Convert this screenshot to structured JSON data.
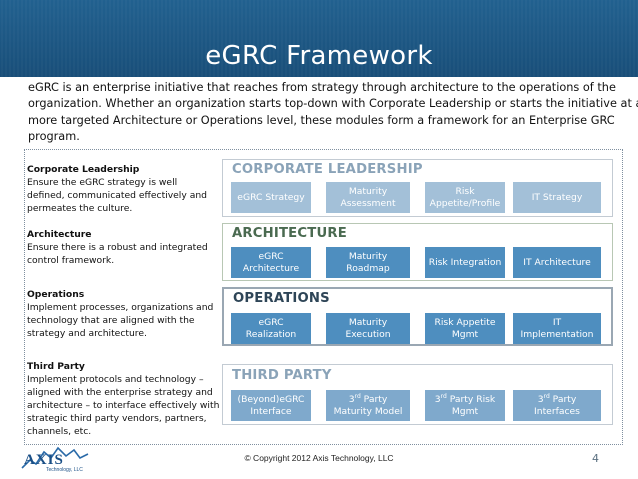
{
  "slide": {
    "title": "eGRC Framework",
    "intro_lines": [
      "eGRC is an enterprise initiative that reaches from strategy through architecture to the operations of the",
      "organization.  Whether an organization starts top-down with Corporate Leadership or starts the initiative at a",
      "more targeted Architecture or Operations  level, these modules form a framework for an Enterprise GRC",
      "program."
    ]
  },
  "descriptions": [
    {
      "heading": "Corporate Leadership",
      "lines": [
        "Ensure the eGRC strategy is well",
        "defined, communicated effectively and",
        "permeates the culture."
      ]
    },
    {
      "heading": "Architecture",
      "lines": [
        "Ensure there is a robust and integrated",
        "control framework."
      ]
    },
    {
      "heading": "Operations",
      "lines": [
        "Implement processes, organizations and",
        "technology that are aligned with the",
        "strategy and architecture."
      ]
    },
    {
      "heading": "Third Party",
      "lines": [
        "Implement protocols and technology –",
        "aligned with the enterprise strategy and",
        "architecture – to interface effectively with",
        "strategic third party vendors, partners,",
        "channels, etc."
      ]
    }
  ],
  "modules": [
    {
      "title": "CORPORATE LEADERSHIP",
      "boxes": [
        {
          "lines": [
            "eGRC Strategy"
          ]
        },
        {
          "lines": [
            "Maturity",
            "Assessment"
          ]
        },
        {
          "lines": [
            "Risk",
            "Appetite/Profile"
          ]
        },
        {
          "lines": [
            "IT  Strategy"
          ]
        }
      ]
    },
    {
      "title": "ARCHITECTURE",
      "boxes": [
        {
          "lines": [
            "eGRC",
            "Architecture"
          ]
        },
        {
          "lines": [
            "Maturity",
            "Roadmap"
          ]
        },
        {
          "lines": [
            "Risk Integration"
          ]
        },
        {
          "lines": [
            "IT Architecture"
          ]
        }
      ]
    },
    {
      "title": "OPERATIONS",
      "boxes": [
        {
          "lines": [
            "eGRC",
            "Realization"
          ]
        },
        {
          "lines": [
            "Maturity",
            "Execution"
          ]
        },
        {
          "lines": [
            "Risk Appetite",
            "Mgmt"
          ]
        },
        {
          "lines": [
            "IT",
            "Implementation"
          ]
        }
      ]
    },
    {
      "title": "THIRD PARTY",
      "boxes": [
        {
          "lines": [
            "(Beyond)eGRC",
            "Interface"
          ]
        },
        {
          "lines": [
            "3",
            "Maturity Model"
          ],
          "sup": "rd",
          "suffix": " Party"
        },
        {
          "lines": [
            "3",
            "Mgmt"
          ],
          "sup": "rd",
          "suffix": " Party Risk"
        },
        {
          "lines": [
            "3",
            "Interfaces"
          ],
          "sup": "rd",
          "suffix": " Party"
        }
      ]
    }
  ],
  "footer": {
    "copyright": "© Copyright 2012 Axis Technology, LLC",
    "page_number": "4",
    "logo_text": "AXIS",
    "logo_subtext": "Technology, LLC"
  },
  "colors": {
    "title_bar": "#1f5f8e",
    "module_box": "#4e8ebf",
    "module_title": "#4f6b7d"
  }
}
